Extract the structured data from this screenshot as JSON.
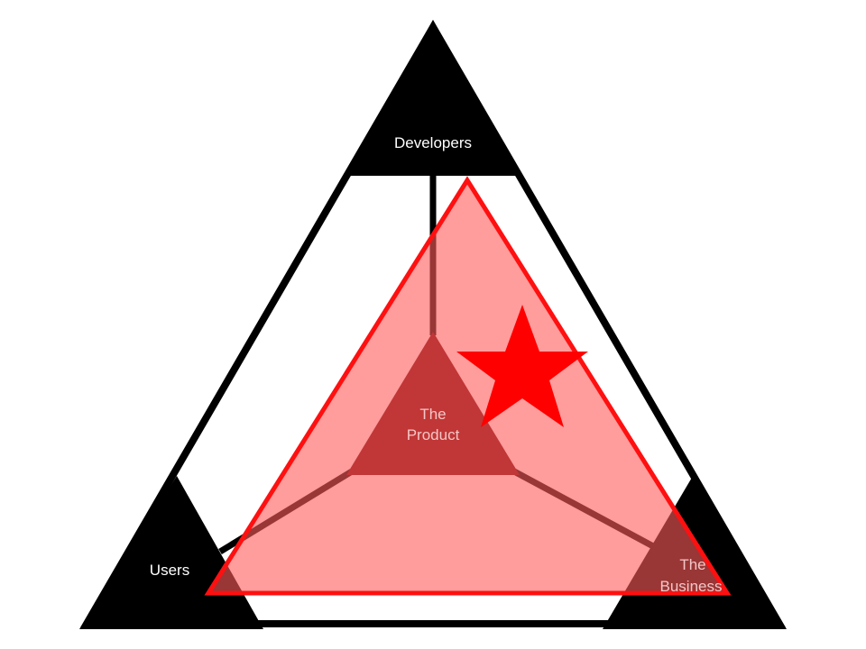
{
  "diagram": {
    "nodes": {
      "top": {
        "label": "Developers"
      },
      "left": {
        "label": "Users"
      },
      "right": {
        "label_line1": "The",
        "label_line2": "Business"
      },
      "center": {
        "label_line1": "The",
        "label_line2": "Product"
      }
    },
    "colors": {
      "frame": "#000000",
      "background": "#ffffff",
      "center_fill": "#650000",
      "highlight_fill": "#ff5a5a",
      "highlight_stroke": "#ff1010",
      "star": "#ff0000"
    },
    "highlight_opacity": 0.6
  }
}
